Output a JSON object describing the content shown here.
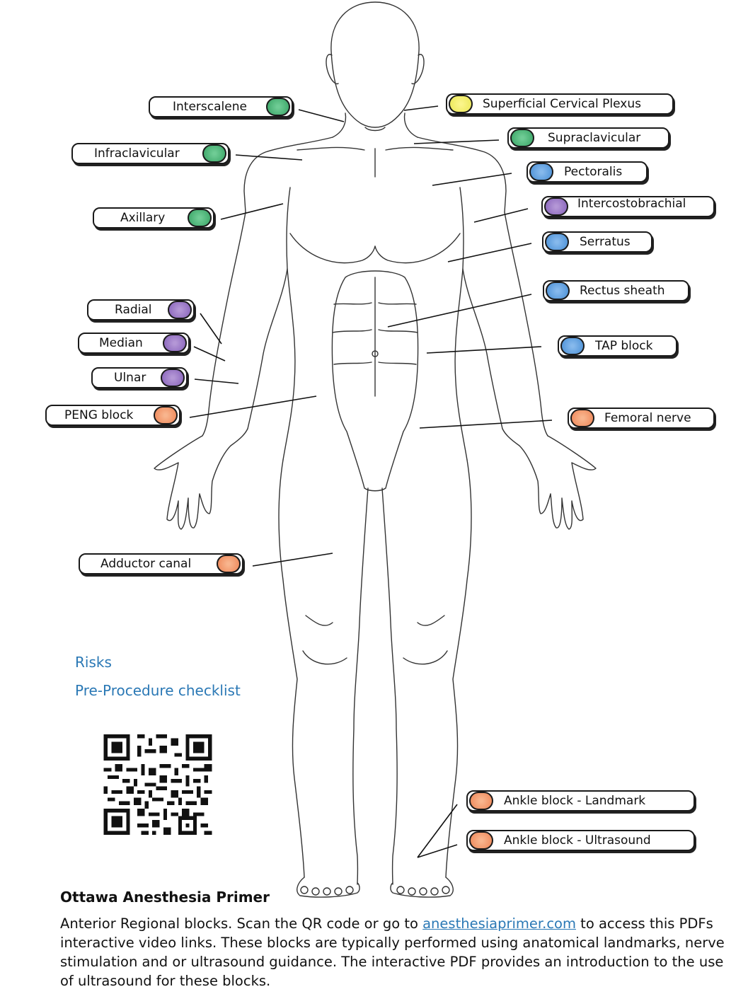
{
  "labels": {
    "interscalene": {
      "text": "Interscalene",
      "color": "green"
    },
    "infraclavicular": {
      "text": "Infraclavicular",
      "color": "green"
    },
    "axillary": {
      "text": "Axillary",
      "color": "green"
    },
    "superficial_cervical_plexus": {
      "text": "Superficial Cervical Plexus",
      "color": "yellow"
    },
    "supraclavicular": {
      "text": "Supraclavicular",
      "color": "green"
    },
    "pectoralis": {
      "text": "Pectoralis",
      "color": "blue"
    },
    "intercostobrachial": {
      "text": "Intercostobrachial",
      "color": "purple"
    },
    "serratus": {
      "text": "Serratus",
      "color": "blue"
    },
    "rectus_sheath": {
      "text": "Rectus sheath",
      "color": "blue"
    },
    "tap_block": {
      "text": "TAP block",
      "color": "blue"
    },
    "radial": {
      "text": "Radial",
      "color": "purple"
    },
    "median": {
      "text": "Median",
      "color": "purple"
    },
    "ulnar": {
      "text": "Ulnar",
      "color": "purple"
    },
    "peng_block": {
      "text": "PENG block",
      "color": "orange"
    },
    "femoral_nerve": {
      "text": "Femoral nerve",
      "color": "orange"
    },
    "adductor_canal": {
      "text": "Adductor canal",
      "color": "orange"
    },
    "ankle_landmark": {
      "text": "Ankle block - Landmark",
      "color": "orange"
    },
    "ankle_ultrasound": {
      "text": "Ankle block - Ultrasound",
      "color": "orange"
    }
  },
  "colors": {
    "green": "#3ea86a",
    "yellow": "#ece85a",
    "blue": "#4f93d8",
    "purple": "#8b67bd",
    "orange": "#ef8a5c",
    "link": "#2a78b5"
  },
  "links": {
    "risks": "Risks",
    "checklist": "Pre-Procedure checklist"
  },
  "footer": {
    "title": "Ottawa Anesthesia Primer",
    "desc_before": "Anterior Regional blocks. Scan the QR code or go to ",
    "url": "anesthesiaprimer.com",
    "desc_after": " to access this PDFs interactive video links. These blocks are typically performed using anatomical landmarks, nerve stimulation and or ultrasound guidance. The interactive PDF provides an introduction to the use of ultrasound for these blocks."
  }
}
